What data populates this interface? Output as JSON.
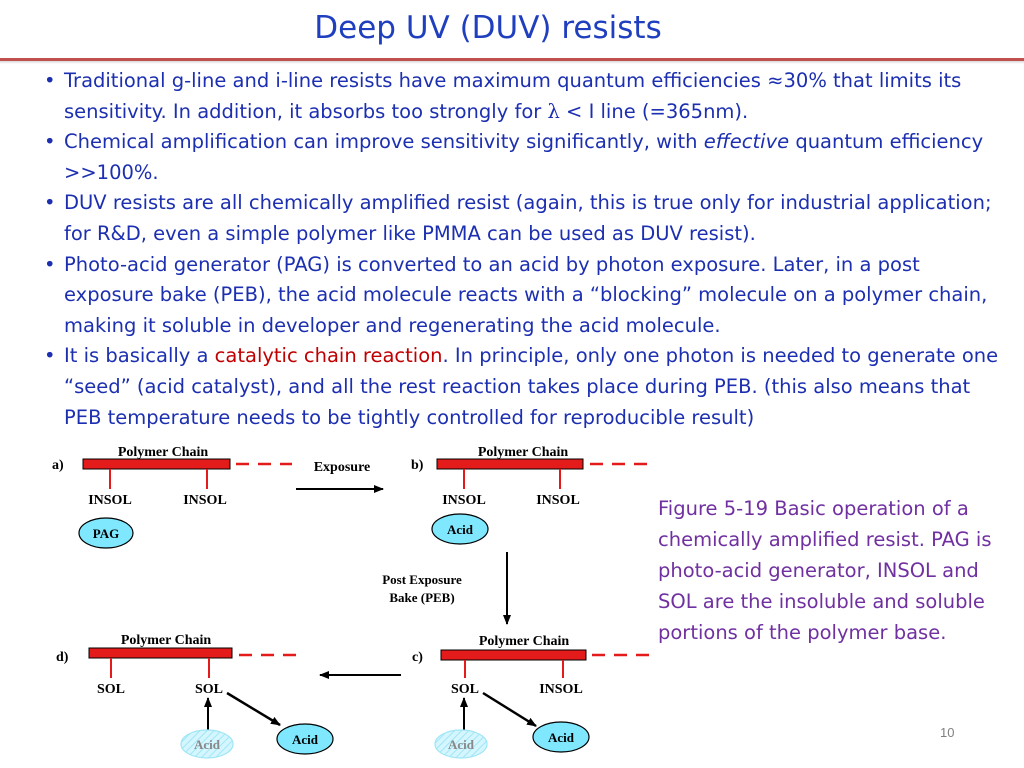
{
  "slide": {
    "title": "Deep UV (DUV) resists",
    "page_number": "10"
  },
  "bullets": {
    "b1_part1": "Traditional g-line and i-line resists have maximum quantum efficiencies ≈30% that limits its sensitivity. In addition, it absorbs too strongly for ",
    "b1_lambda": "λ",
    "b1_part2": " < I line (=365nm).",
    "b2_part1": "Chemical amplification can improve sensitivity significantly, with ",
    "b2_italic": "effective",
    "b2_part2": " quantum efficiency >>100%.",
    "b3": "DUV resists are all chemically amplified resist (again, this is true only for industrial application; for R&D, even a simple polymer like PMMA can be used as DUV resist).",
    "b4": "Photo-acid generator (PAG) is converted to an acid by photon exposure. Later, in a post exposure bake (PEB), the acid molecule reacts with a “blocking” molecule on a polymer chain, making it soluble in developer and regenerating the acid molecule.",
    "b5_part1": "It is basically a ",
    "b5_red": "catalytic chain reaction",
    "b5_part2": ". In principle, only one photon is needed to generate one “seed” (acid catalyst), and all the rest reaction takes place during PEB. (this also means that PEB temperature needs to be tightly controlled for reproducible result)"
  },
  "figure": {
    "panel_a": "a)",
    "panel_b": "b)",
    "panel_c": "c)",
    "panel_d": "d)",
    "polymer_chain": "Polymer Chain",
    "exposure": "Exposure",
    "peb_line1": "Post Exposure",
    "peb_line2": "Bake (PEB)",
    "insol": "INSOL",
    "sol": "SOL",
    "pag": "PAG",
    "acid": "Acid",
    "caption": "Figure 5-19 Basic operation of a chemically amplified resist. PAG is photo-acid generator, INSOL and SOL are the insoluble and soluble  portions of the polymer base."
  },
  "colors": {
    "title": "#1f3fbf",
    "body_text": "#1c2fb0",
    "emphasis_red": "#c00000",
    "caption": "#7030a0",
    "chain_red": "#e31b1b",
    "bubble_cyan": "#7fe8ff"
  }
}
